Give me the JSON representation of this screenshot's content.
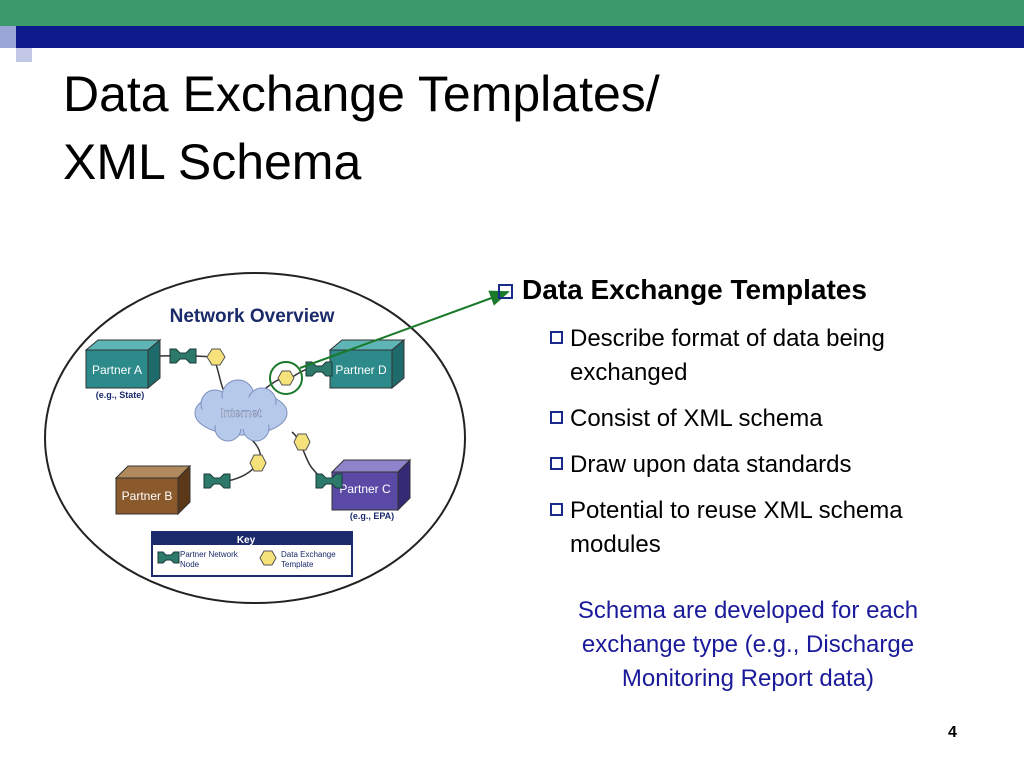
{
  "slide": {
    "title_line1": "Data Exchange Templates/",
    "title_line2": "XML Schema",
    "page_number": "4"
  },
  "diagram": {
    "title": "Network Overview",
    "internet_label": "Internet",
    "partners": [
      {
        "label": "Partner A",
        "note": "(e.g., State)",
        "color": "#2c8a8a"
      },
      {
        "label": "Partner B",
        "note": "",
        "color": "#8a5a2c"
      },
      {
        "label": "Partner C",
        "note": "(e.g., EPA)",
        "color": "#5a4aa6"
      },
      {
        "label": "Partner D",
        "note": "",
        "color": "#2c8a8a"
      }
    ],
    "key": {
      "title": "Key",
      "item1_line1": "Partner Network",
      "item1_line2": "Node",
      "item2_line1": "Data Exchange",
      "item2_line2": "Template"
    },
    "colors": {
      "title": "#1a2a6a",
      "node": "#2e7a6a",
      "template": "#f5e27a",
      "cloud": "#b7c9ea",
      "arrow": "#1a7a2a"
    }
  },
  "bullets": {
    "heading": "Data Exchange Templates",
    "items": [
      {
        "line1": "Describe format of data being",
        "line2": "exchanged"
      },
      {
        "line1": "Consist of XML schema",
        "line2": ""
      },
      {
        "line1": "Draw upon data standards",
        "line2": ""
      },
      {
        "line1": "Potential to reuse XML schema",
        "line2": "modules"
      }
    ]
  },
  "note": {
    "line1": "Schema are developed for each",
    "line2": "exchange type (e.g., Discharge",
    "line3": "Monitoring Report data)"
  }
}
